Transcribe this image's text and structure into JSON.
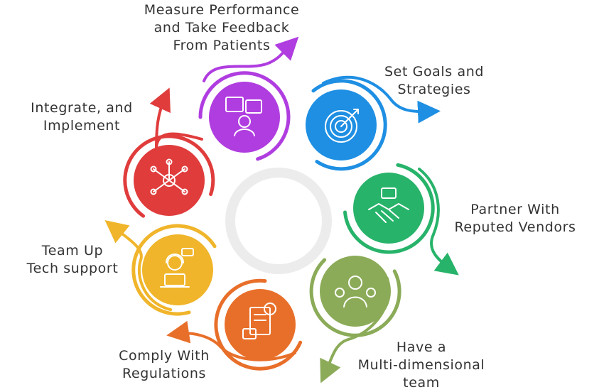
{
  "steps": [
    {
      "label": "Measure Performance\nand Take Feedback\nFrom Patients",
      "color": "#b03de0",
      "icon": "feedback-icon"
    },
    {
      "label": "Set Goals and\nStrategies",
      "color": "#1e8fe3",
      "icon": "target-icon"
    },
    {
      "label": "Partner With\nReputed Vendors",
      "color": "#27b36a",
      "icon": "handshake-icon"
    },
    {
      "label": "Have a\nMulti-dimensional\nteam",
      "color": "#8bab58",
      "icon": "team-icon"
    },
    {
      "label": "Comply With\nRegulations",
      "color": "#e86f2a",
      "icon": "compliance-document-icon"
    },
    {
      "label": "Team Up\nTech support",
      "color": "#f0b52a",
      "icon": "tech-support-icon"
    },
    {
      "label": "Integrate, and\nImplement",
      "color": "#e03c3c",
      "icon": "integration-network-icon"
    }
  ]
}
